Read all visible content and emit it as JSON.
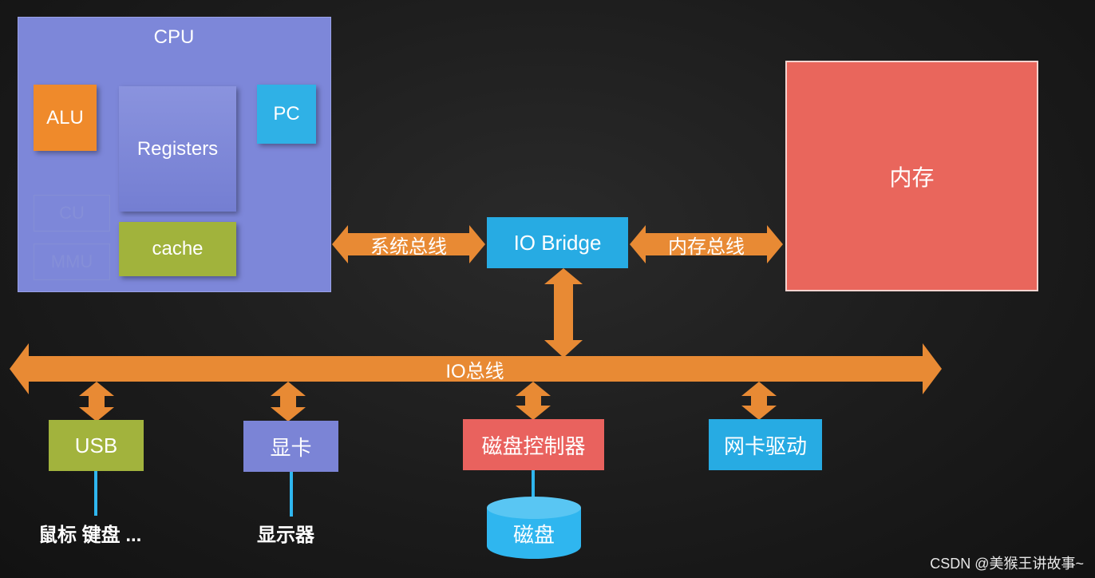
{
  "cpu": {
    "title": "CPU",
    "alu": "ALU",
    "registers": "Registers",
    "pc": "PC",
    "cu": "CU",
    "mmu": "MMU",
    "cache": "cache"
  },
  "memory": {
    "label": "内存"
  },
  "bridge": {
    "label": "IO Bridge"
  },
  "buses": {
    "system": "系统总线",
    "memory": "内存总线",
    "io": "IO总线"
  },
  "devices": {
    "usb": "USB",
    "gpu": "显卡",
    "disk_controller": "磁盘控制器",
    "nic": "网卡驱动"
  },
  "peripherals": {
    "usb": "鼠标 键盘 ...",
    "gpu": "显示器",
    "disk": "磁盘"
  },
  "watermark": "CSDN @美猴王讲故事~",
  "colors": {
    "arrow": "#e88a34",
    "cpu": "#7d87d9",
    "memory": "#e9665c",
    "bridge": "#27abe3",
    "usb": "#a2b33d",
    "disk_controller": "#e9625e",
    "connector": "#2fb6ef"
  }
}
